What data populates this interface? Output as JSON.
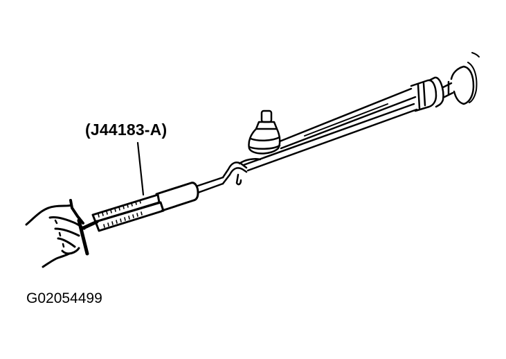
{
  "figure": {
    "tool_label": "(J44183-A)",
    "figure_id": "G02054499",
    "colors": {
      "ink": "#000000",
      "background": "#ffffff"
    },
    "components": [
      "hand",
      "spring-scale-tool",
      "hook-rod",
      "tie-rod-end",
      "tie-rod",
      "inner-tie-rod-joint",
      "steering-gear-boot"
    ]
  }
}
